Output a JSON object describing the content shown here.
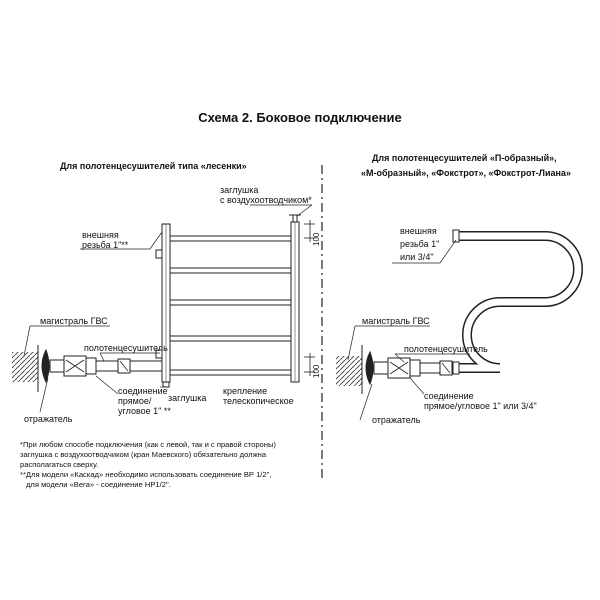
{
  "title": "Схема 2. Боковое подключение",
  "left": {
    "subtitle": "Для полотенцесушителей типа «лесенки»",
    "labels": {
      "plug_air_1": "заглушка",
      "plug_air_2": "с воздухоотводчиком*",
      "ext_thread_1": "внешняя",
      "ext_thread_2": "резьба 1\"**",
      "main_hot_water": "магистраль ГВС",
      "towel_dryer": "полотенцесушитель",
      "connection_1": "соединение",
      "connection_2": "прямое/",
      "connection_3": "угловое 1\" **",
      "reflector": "отражатель",
      "plug": "заглушка",
      "mount_1": "крепление",
      "mount_2": "телескопическое",
      "dim_top": "100",
      "dim_bottom": "100"
    },
    "notes": [
      "*При любом способе подключения (как с левой, так и с правой стороны)",
      "заглушка с воздухоотводчиком (кран Маевского) обязательно должна",
      "располагаться сверху.",
      "**Для модели «Каскад» необходимо использовать соединение ВР 1/2\",",
      "для модели «Вега» - соединение НР1/2\"."
    ]
  },
  "right": {
    "subtitle_1": "Для полотенцесушителей «П-образный»,",
    "subtitle_2": "«М-образный», «Фокстрот», «Фокстрот-Лиана»",
    "labels": {
      "ext_thread_1": "внешняя",
      "ext_thread_2": "резьба 1\"",
      "ext_thread_3": "или 3/4\"",
      "main_hot_water": "магистраль ГВС",
      "towel_dryer": "полотенцесушитель",
      "connection_1": "соединение",
      "connection_2": "прямое/угловое 1\" или 3/4\"",
      "reflector": "отражатель"
    }
  }
}
